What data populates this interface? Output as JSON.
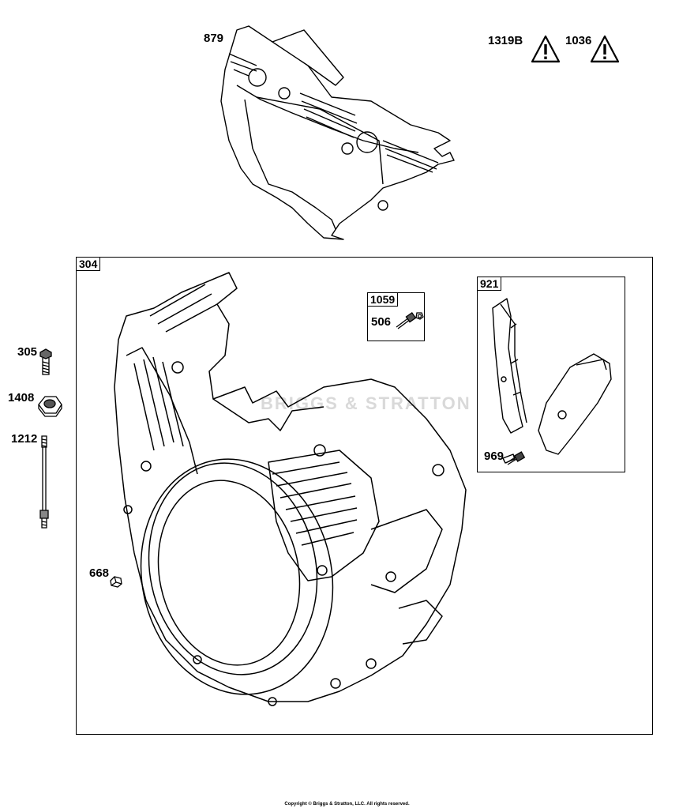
{
  "warnings": [
    {
      "code": "1319B",
      "icon": "warning-triangle-icon"
    },
    {
      "code": "1036",
      "icon": "warning-triangle-icon"
    }
  ],
  "callouts": {
    "guard": "879",
    "housing": "304",
    "kit": "1059",
    "kit_screw": "506",
    "baffle_kit": "921",
    "baffle_screw": "969",
    "bolt": "305",
    "nut": "1408",
    "stud": "1212",
    "plug": "668"
  },
  "watermark": "BRIGGS & STRATTON",
  "copyright": "Copyright © Briggs & Stratton, LLC. All rights reserved."
}
